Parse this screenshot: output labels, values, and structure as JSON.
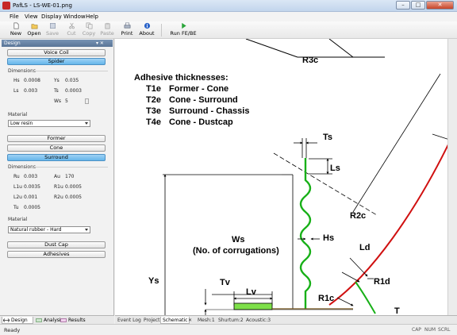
{
  "window": {
    "title": "PafLS - LS-WE-01.png",
    "minimize": "–",
    "maximize": "□",
    "close": "✕"
  },
  "menu": [
    "File",
    "View",
    "Display",
    "Window",
    "Help"
  ],
  "toolbar": {
    "new": "New",
    "open": "Open",
    "save": "Save",
    "cut": "Cut",
    "copy": "Copy",
    "paste": "Paste",
    "print": "Print",
    "about": "About",
    "run": "Run FE/BE"
  },
  "design_panel": {
    "title": "Design",
    "pin": "▾ ✕",
    "voice_coil": "Voice Coil",
    "spider": "Spider",
    "dimensions_label": "Dimensions",
    "spider_fields": [
      {
        "name": "Hs",
        "value": "0.0008"
      },
      {
        "name": "Ys",
        "value": "0.035"
      },
      {
        "name": "Ls",
        "value": "0.003"
      },
      {
        "name": "Ts",
        "value": "0.0003"
      },
      {
        "name": "Ws",
        "value": "5"
      }
    ],
    "material_label": "Material",
    "spider_material": "Low resin",
    "former": "Former",
    "cone": "Cone",
    "surround": "Surround",
    "dimensions_label_2": "Dimensions",
    "surround_fields": [
      {
        "name": "Ru",
        "value": "0.003"
      },
      {
        "name": "Au",
        "value": "170"
      },
      {
        "name": "L1u",
        "value": "0.0035"
      },
      {
        "name": "R1u",
        "value": "0.0005"
      },
      {
        "name": "L2u",
        "value": "0.001"
      },
      {
        "name": "R2u",
        "value": "0.0005"
      },
      {
        "name": "Tu",
        "value": "0.0005"
      }
    ],
    "material_label_2": "Material",
    "surround_material": "Natural rubber - Hard",
    "dust_cap": "Dust Cap",
    "adhesives": "Adhesives"
  },
  "left_tabs": [
    "Design",
    "Analysis",
    "Results"
  ],
  "doc_tabs": [
    "Event Log",
    "Project",
    "Schematic",
    "Mesh:1",
    "Shurtum:2",
    "Acoustic:3"
  ],
  "doc_tab_close": "✕",
  "schematic": {
    "heading": "Adhesive thicknesses:",
    "rows": [
      {
        "code": "T1e",
        "desc": "Former - Cone"
      },
      {
        "code": "T2e",
        "desc": "Cone - Surround"
      },
      {
        "code": "T3e",
        "desc": "Surround - Chassis"
      },
      {
        "code": "T4e",
        "desc": "Cone - Dustcap"
      }
    ],
    "labels": {
      "r3c": "R3c",
      "ts": "Ts",
      "ls": "Ls",
      "r2c": "R2c",
      "ws": "Ws",
      "ws_note": "(No. of corrugations)",
      "hs": "Hs",
      "ld": "Ld",
      "r1d": "R1d",
      "ys": "Ys",
      "tv": "Tv",
      "lv": "Lv",
      "r1c": "R1c",
      "t4": "T"
    },
    "colors": {
      "cone": "#d01010",
      "spider": "#18b018",
      "voice_coil": "#7ee04a"
    }
  },
  "status": {
    "text": "Ready",
    "indicators": [
      "CAP",
      "NUM",
      "SCRL"
    ]
  }
}
